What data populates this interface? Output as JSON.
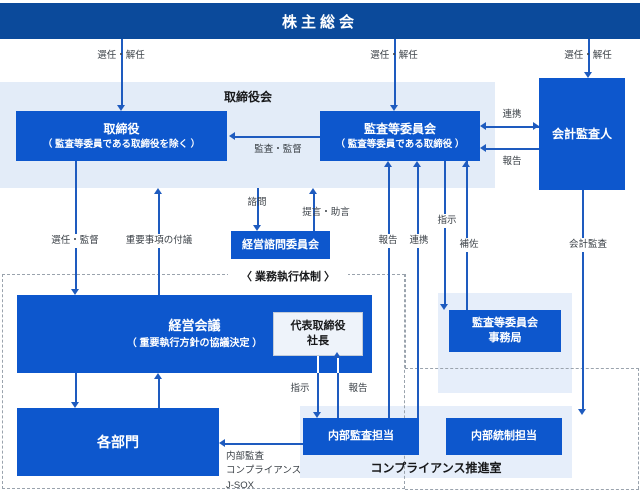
{
  "diagram": {
    "title": "株主総会",
    "colors": {
      "header_navy": "#0b4a9b",
      "box_blue": "#0d57cd",
      "panel_light_blue": "#e3ecf8",
      "connector_blue": "#1e5bbf",
      "light_box_fill": "#eef3fa",
      "dashed_gray": "#9aa3ad",
      "label_gray": "#3c4248"
    },
    "panels": {
      "board_of_directors": "取締役会",
      "execution_system": "〈 業務執行体制 〉",
      "compliance_office": "コンプライアンス推進室"
    },
    "nodes": {
      "shareholders_meeting": {
        "title": "株主総会"
      },
      "directors": {
        "title": "取締役",
        "sub": "（ 監査等委員である取締役を除く ）"
      },
      "audit_committee": {
        "title": "監査等委員会",
        "sub": "（ 監査等委員である取締役 ）"
      },
      "accounting_auditor": {
        "title": "会計監査人"
      },
      "advisory_committee": {
        "title": "経営諮問委員会"
      },
      "management_meeting": {
        "title": "経営会議",
        "sub": "（ 重要執行方針の協議決定 ）"
      },
      "president": {
        "line1": "代表取締役",
        "line2": "社長"
      },
      "audit_secretariat": {
        "line1": "監査等委員会",
        "line2": "事務局"
      },
      "departments": {
        "title": "各部門"
      },
      "internal_audit": {
        "title": "内部監査担当"
      },
      "internal_control": {
        "title": "内部統制担当"
      }
    },
    "edges": {
      "appoint_dismiss_1": "選任・解任",
      "appoint_dismiss_2": "選任・解任",
      "appoint_dismiss_3": "選任・解任",
      "audit_supervise": "監査・監督",
      "cooperation_top": "連携",
      "report_top": "報告",
      "consultation": "諮問",
      "proposal_advice": "提言・助言",
      "appoint_supervise": "選任・監督",
      "important_matters": "重要事項の付議",
      "report_mid": "報告",
      "cooperation_mid": "連携",
      "instruction_mid": "指示",
      "assistance": "補佐",
      "accounting_audit": "会計監査",
      "instruction_bottom": "指示",
      "report_bottom": "報告",
      "internal_audit_lines": "内部監査\nコンプライアンス\nJ-SOX",
      "internal_audit_line1": "内部監査",
      "internal_audit_line2": "コンプライアンス",
      "internal_audit_line3": "J-SOX"
    }
  }
}
